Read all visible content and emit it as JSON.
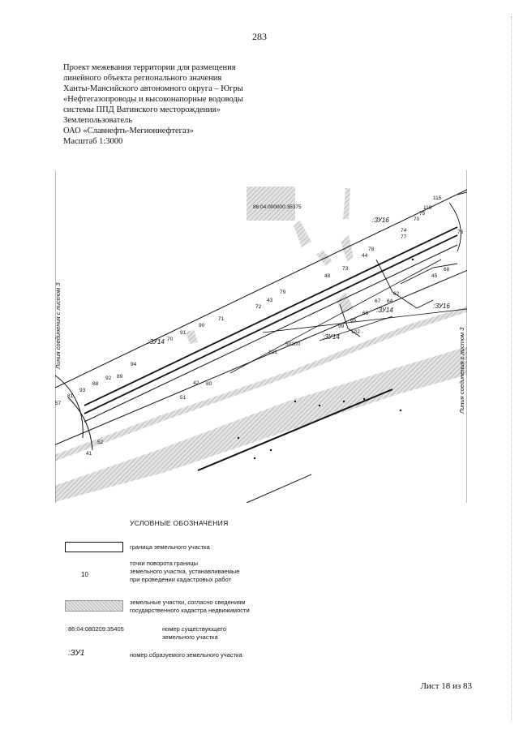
{
  "page_number": "283",
  "header": {
    "lines": [
      "Проект межевания территории для размещения",
      "линейного объекта регионального значения",
      "Ханты-Мансийского автономного округа – Югры",
      "«Нефтегазопроводы и высоконапорные водоводы",
      "системы ППД Ватинского месторождения»",
      "Землепользователь",
      "ОАО «Славнефть-Мегионнефтегаз»",
      "Масштаб 1:3000"
    ]
  },
  "map": {
    "cadastral_number": "86:04:000000:35375",
    "left_side_label": "Линия соединения с листом 3",
    "right_side_label": "Линия соединения с листом 3",
    "zu_labels": [
      ":ЗУ16",
      ":ЗУ14",
      ":ЗУ16",
      ":ЗУ14",
      ":ЗУ14"
    ],
    "point_labels": [
      "115",
      "119",
      "75",
      "70",
      "74",
      "77",
      "76",
      "78",
      "44",
      "73",
      "48",
      "68",
      "45",
      "62",
      "67",
      "64",
      "66",
      "65",
      "99",
      "102",
      "79",
      "43",
      "72",
      "71",
      "90",
      "91",
      "70",
      "101",
      "50100",
      "94",
      "92",
      "89",
      "88",
      "93",
      "81",
      "57",
      "42",
      "80",
      "51",
      "52",
      "41"
    ]
  },
  "legend": {
    "title": "УСЛОВНЫЕ ОБОЗНАЧЕНИЯ",
    "border_label": "граница земельного участка",
    "point_symbol": "10",
    "point_label_lines": [
      "точки поворота границы",
      "земельного участка, устанавливаемые",
      "при проведении кадастровых работ"
    ],
    "hatch_label_lines": [
      "земельные участки, согласно сведениям",
      "государственного кадастра недвижимости"
    ],
    "cad_example": "86:04:080209:35405",
    "cad_label_lines": [
      "номер существующего",
      "земельного участка"
    ],
    "zu_example": ":ЗУ1",
    "zu_label": "номер образуемого земельного участка"
  },
  "footer": "Лист 18 из 83"
}
